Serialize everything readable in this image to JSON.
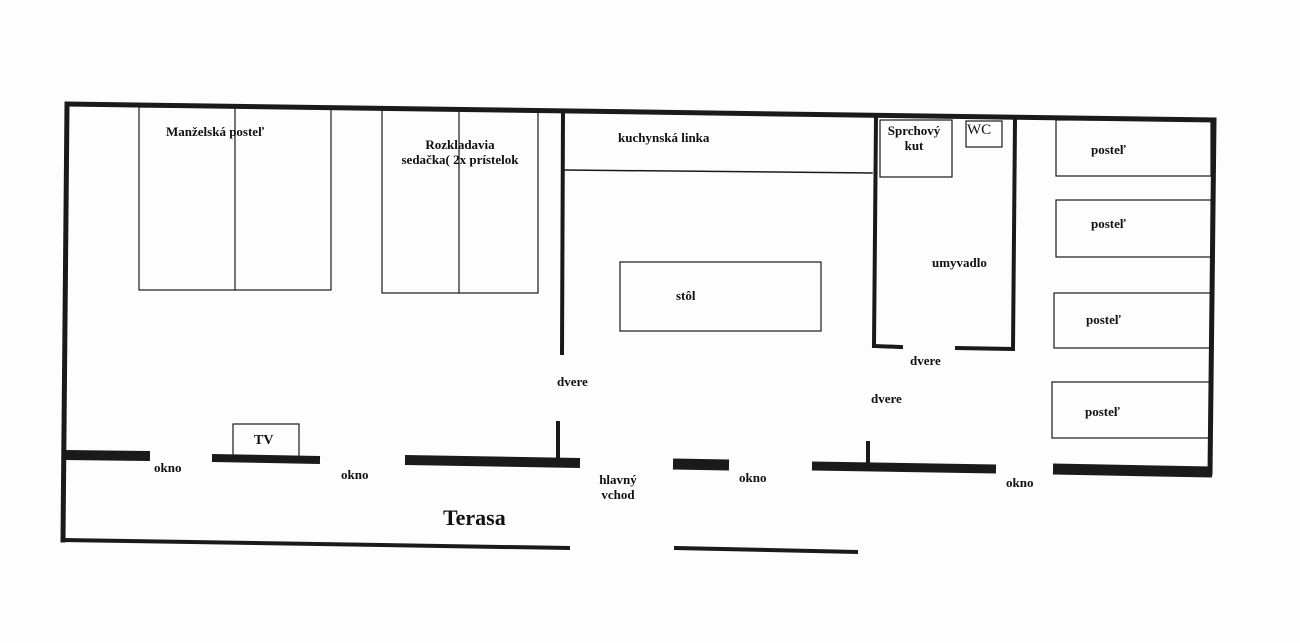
{
  "labels": {
    "manzelska_postel": "Manželská posteľ",
    "rozkladacia_line1": "Rozkladavia",
    "rozkladacia_line2": "sedačka( 2x prístelok",
    "kuchynska_linka": "kuchynská linka",
    "sprchovy_line1": "Sprchový",
    "sprchovy_line2": "kut",
    "wc": "WC",
    "postel_1": "posteľ",
    "postel_2": "posteľ",
    "postel_3": "posteľ",
    "postel_4": "posteľ",
    "umyvadlo": "umyvadlo",
    "stol": "stôl",
    "dvere_left": "dvere",
    "dvere_bath": "dvere",
    "dvere_right": "dvere",
    "tv": "TV",
    "okno_1": "okno",
    "okno_2": "okno",
    "okno_3": "okno",
    "okno_4": "okno",
    "hlavny_line1": "hlavný",
    "hlavny_line2": "vchod",
    "terasa": "Terasa"
  }
}
